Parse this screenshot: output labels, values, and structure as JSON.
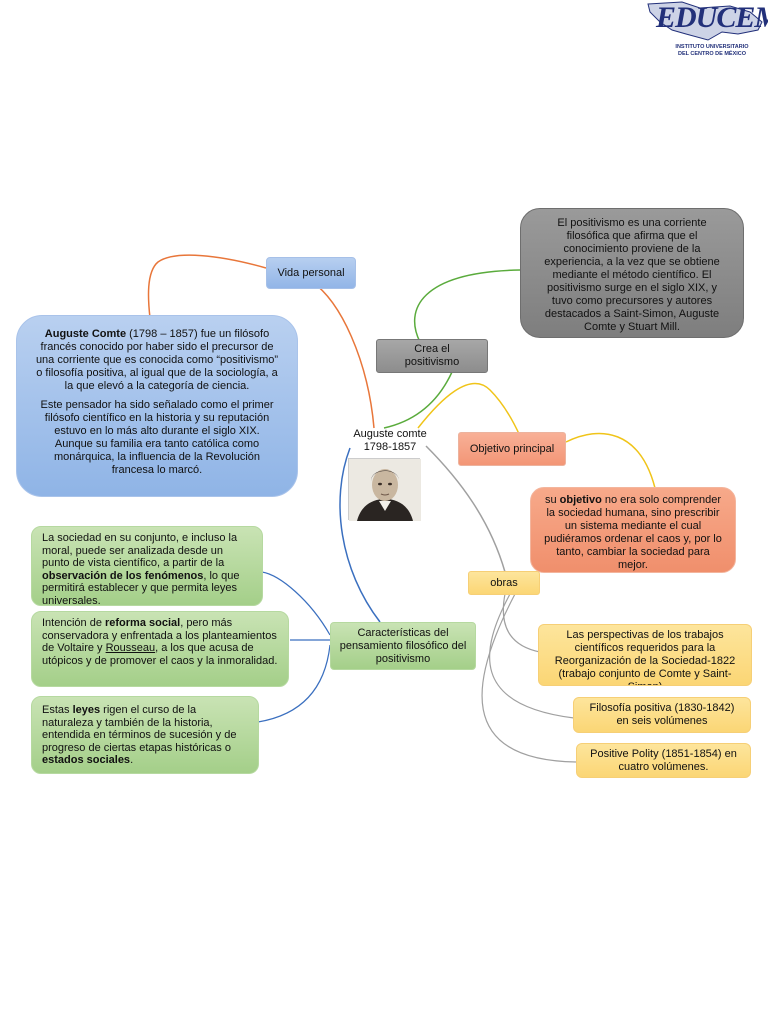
{
  "logo": {
    "name": "EDUCEM",
    "line1": "INSTITUTO UNIVERSITARIO",
    "line2": "DEL CENTRO DE MÉXICO",
    "color": "#22307a"
  },
  "central": {
    "line1": "Auguste comte",
    "line2": "1798-1857"
  },
  "vida_personal": {
    "label": "Vida personal",
    "p1_name": "Auguste Comte",
    "p1_text": " (1798 – 1857) fue un filósofo francés conocido por haber sido el precursor de una corriente que es conocida como “positivismo” o filosofía positiva, al igual que de la sociología, a la que elevó a la categoría de ciencia.",
    "p2": "Este pensador ha sido señalado como el primer filósofo científico en la historia y su reputación estuvo en lo más alto durante el siglo XIX. Aunque su familia era tanto católica como monárquica, la influencia de la Revolución francesa lo marcó."
  },
  "crea_positivismo": {
    "label": "Crea el positivismo",
    "detail": "El positivismo es una corriente filosófica que afirma que el conocimiento proviene de la experiencia, a la vez que se obtiene mediante el método científico. El positivismo surge en el siglo XIX, y tuvo como precursores y autores destacados a Saint-Simon, Auguste Comte y Stuart Mill."
  },
  "objetivo": {
    "label": "Objetivo principal",
    "pre": "su ",
    "bold": "objetivo",
    "post": " no era solo comprender la sociedad humana, sino prescribir un sistema mediante el cual pudiéramos ordenar el caos y, por lo tanto, cambiar la sociedad para mejor."
  },
  "caracteristicas": {
    "label": "Características del pensamiento filosófico del positivismo",
    "item1_pre": "La sociedad en su conjunto, e incluso la moral, puede ser analizada desde un punto de vista científico, a partir de la ",
    "item1_bold": "observación de los fenómenos",
    "item1_post": ", lo que permitirá establecer y que permita leyes universales.",
    "item2_pre": "Intención de ",
    "item2_bold": "reforma social",
    "item2_mid": ", pero más conservadora y enfrentada a los planteamientos de Voltaire y ",
    "item2_ul": "Rousseau",
    "item2_post": ", a los que acusa de utópicos y de promover el caos y la inmoralidad.",
    "item3_pre": "Estas ",
    "item3_bold1": "leyes",
    "item3_mid": " rigen el curso de la naturaleza y también de la historia, entendida en términos de sucesión y de progreso de ciertas etapas históricas o ",
    "item3_bold2": "estados sociales",
    "item3_post": "."
  },
  "obras": {
    "label": "obras",
    "items": [
      "Las perspectivas de los trabajos científicos requeridos para la Reorganización de la Sociedad-1822 (trabajo conjunto de Comte y Saint-Simon)",
      "Filosofía positiva (1830-1842) en seis volúmenes",
      "Positive Polity (1851-1854) en cuatro volúmenes."
    ]
  },
  "colors": {
    "vida_line": "#e8763a",
    "crea_line": "#5aab3c",
    "objetivo_line": "#f0c419",
    "caracteristicas_line": "#3a6fbf",
    "obras_line": "#a0a0a0"
  }
}
